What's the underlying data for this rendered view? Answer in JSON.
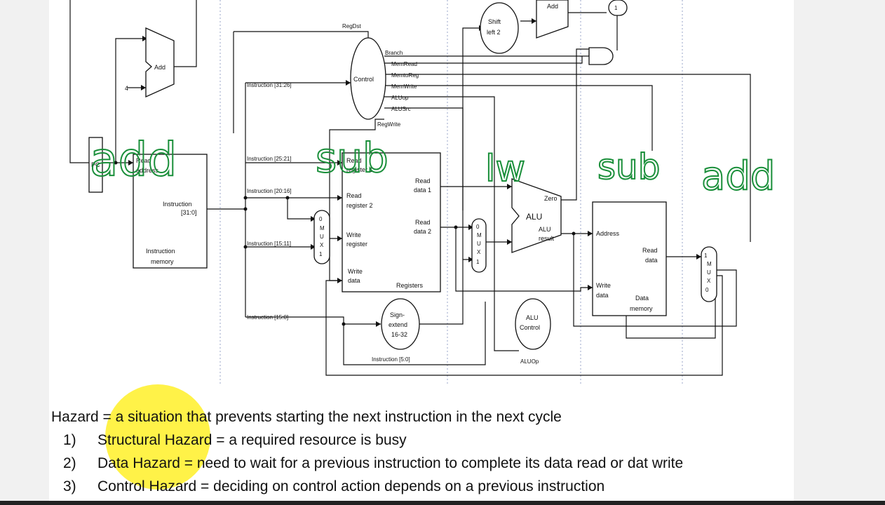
{
  "diagram": {
    "labels": {
      "add_unit": "Add",
      "four": "4",
      "shift_left": [
        "Shift",
        "left 2"
      ],
      "adder_top": "Add",
      "reg_dst": "RegDst",
      "control": "Control",
      "branch": "Branch",
      "mem_read": "MemRead",
      "mem_to_reg": "MemtoReg",
      "mem_write": "MemWrite",
      "alu_op": "ALUop",
      "alu_src": "ALUSrc",
      "reg_write": "RegWrite",
      "instr_31_26": "Instruction [31:26]",
      "instr_25_21": "Instruction [25:21]",
      "instr_20_16": "Instruction [20:16]",
      "instr_15_11": "Instruction [15:11]",
      "instr_15_0": "Instruction [15:0]",
      "instr_5_0": "Instruction [5:0]",
      "read_address": [
        "Read",
        "address"
      ],
      "instruction_out": [
        "Instruction",
        "[31:0]"
      ],
      "instruction_memory": [
        "Instruction",
        "memory"
      ],
      "read_register_1": [
        "Read",
        "register 1"
      ],
      "read_register_2": [
        "Read",
        "register 2"
      ],
      "write_register": [
        "Write",
        "register"
      ],
      "write_data": [
        "Write",
        "data"
      ],
      "read_data_1": [
        "Read",
        "data 1"
      ],
      "read_data_2": [
        "Read",
        "data 2"
      ],
      "registers": "Registers",
      "sign_extend": [
        "Sign-",
        "extend",
        "16-32"
      ],
      "alu": "ALU",
      "zero": "Zero",
      "alu_result": [
        "ALU",
        "result"
      ],
      "alu_control": [
        "ALU",
        "Control"
      ],
      "alu_op_bottom": "ALUOp",
      "address": "Address",
      "read_data": [
        "Read",
        "data"
      ],
      "dm_write_data": [
        "Write",
        "data"
      ],
      "data_memory": [
        "Data",
        "memory"
      ],
      "mux": [
        "M",
        "U",
        "X"
      ],
      "mux_zero": "0",
      "mux_one": "1",
      "pc": "PC"
    },
    "handwritten": {
      "stage1": "add",
      "stage2": "sub",
      "stage3": "lw",
      "stage4": "sub",
      "stage5": "add",
      "color": "#1a8f3a"
    }
  },
  "notes": {
    "definition_term": "Hazard = ",
    "definition_highlight": "a situation",
    "definition_rest": " that prevents starting the next instruction in the next cycle",
    "items": [
      {
        "num": "1)",
        "text": "Structural Hazard = a required resource is busy"
      },
      {
        "num": "2)",
        "text": "Data Hazard = need to wait for a previous instruction to complete its data read or dat write"
      },
      {
        "num": "3)",
        "text": "Control Hazard = deciding on control action depends on a previous instruction"
      }
    ]
  }
}
